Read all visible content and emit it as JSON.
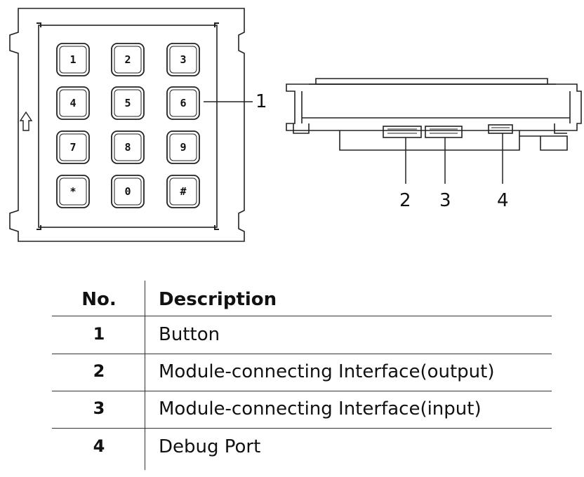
{
  "keypad": {
    "keys": [
      {
        "glyph": "1"
      },
      {
        "glyph": "2"
      },
      {
        "glyph": "3"
      },
      {
        "glyph": "4"
      },
      {
        "glyph": "5"
      },
      {
        "glyph": "6"
      },
      {
        "glyph": "7"
      },
      {
        "glyph": "8"
      },
      {
        "glyph": "9"
      },
      {
        "glyph": "*"
      },
      {
        "glyph": "0"
      },
      {
        "glyph": "#"
      }
    ]
  },
  "callouts": {
    "button": "1",
    "output_interface": "2",
    "input_interface": "3",
    "debug_port": "4"
  },
  "table": {
    "headers": {
      "no": "No.",
      "description": "Description"
    },
    "rows": [
      {
        "no": "1",
        "description": "Button"
      },
      {
        "no": "2",
        "description": "Module-connecting Interface(output)"
      },
      {
        "no": "3",
        "description": "Module-connecting Interface(input)"
      },
      {
        "no": "4",
        "description": "Debug Port"
      }
    ]
  }
}
